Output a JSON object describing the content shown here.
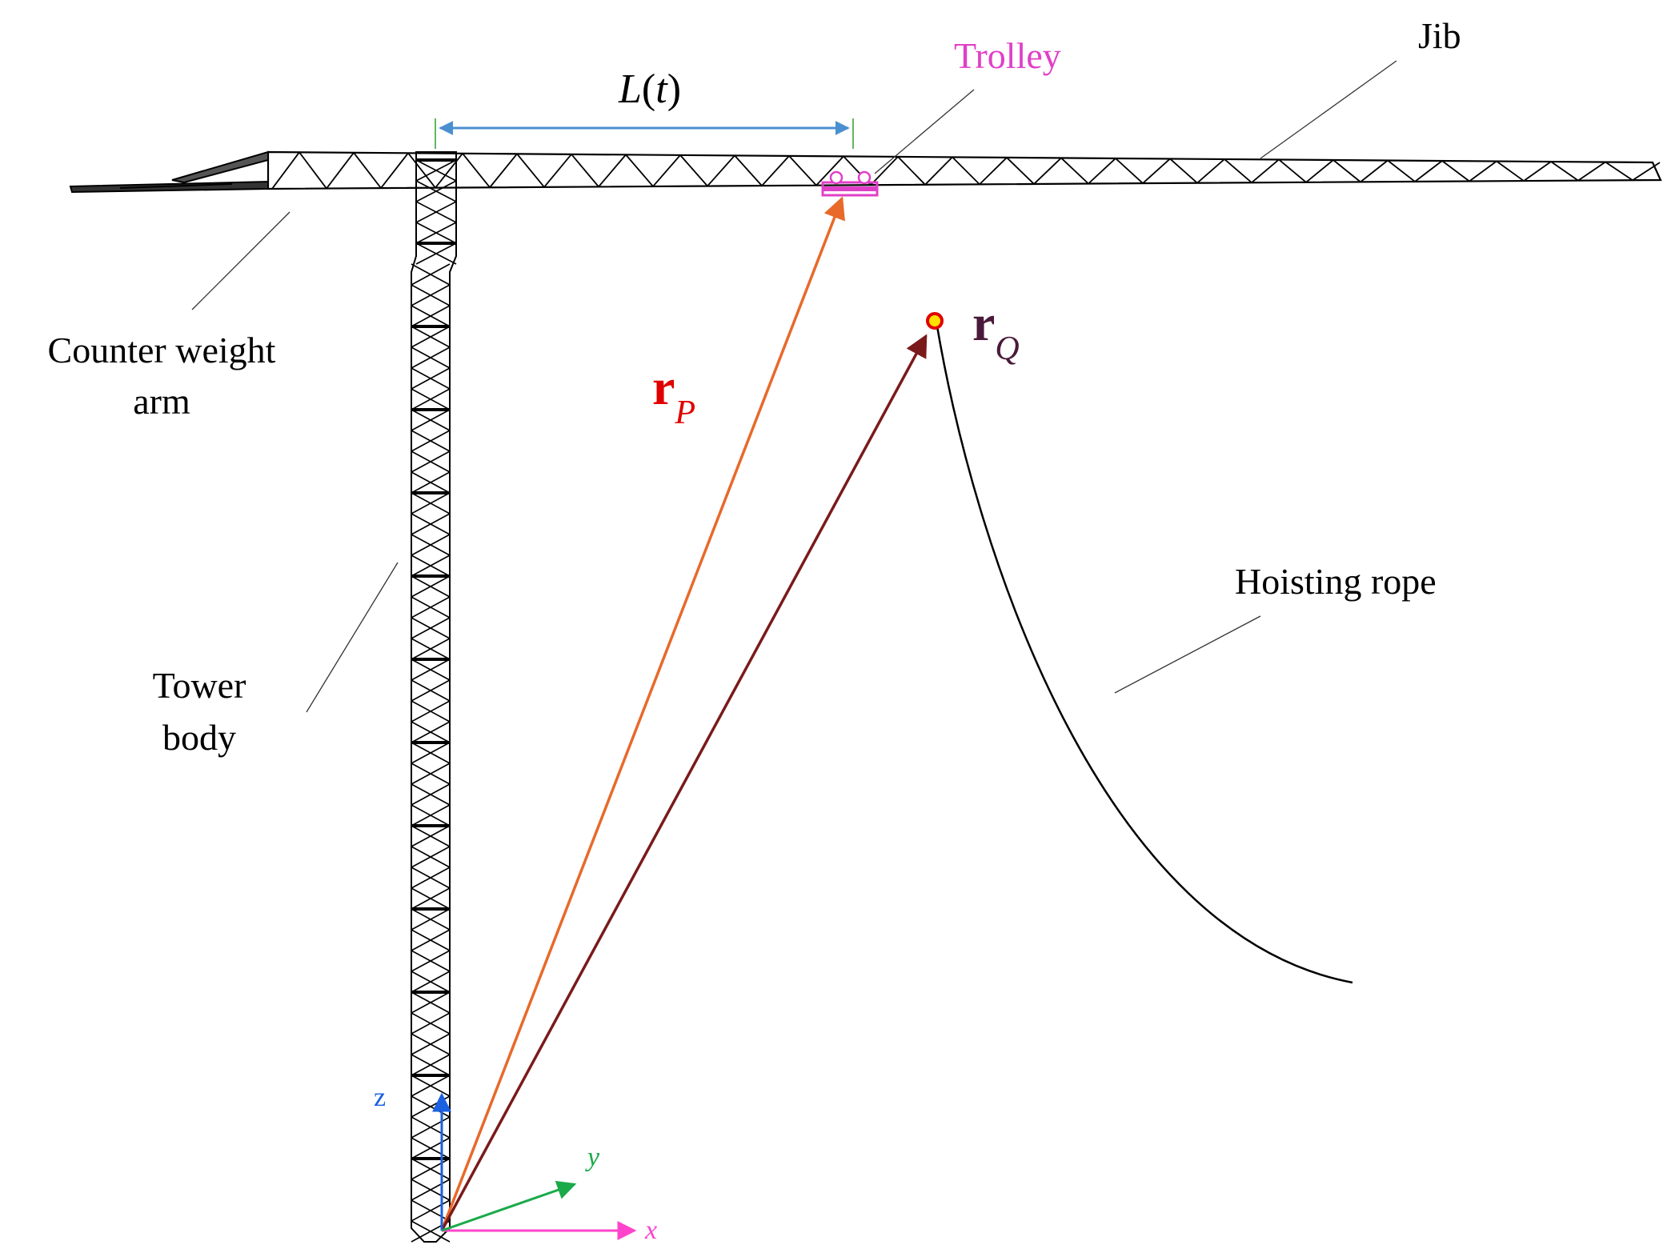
{
  "labels": {
    "trolley": "Trolley",
    "jib": "Jib",
    "counter_weight_arm_line1": "Counter weight",
    "counter_weight_arm_line2": "arm",
    "tower_body_line1": "Tower",
    "tower_body_line2": "body",
    "hoisting_rope": "Hoisting rope",
    "trolley_distance": {
      "L": "L",
      "open": "(",
      "t": "t",
      "close": ")"
    },
    "r_p": {
      "r": "r",
      "sub": "P"
    },
    "r_q": {
      "r": "r",
      "sub": "Q"
    }
  },
  "axes": {
    "x": "x",
    "y": "y",
    "z": "z"
  },
  "colors": {
    "crane": "#000000",
    "trolley": "#e040c8",
    "dimension": "#4a90d0",
    "dimension_ticks": "#2e9e2e",
    "r_p_arrow": "#e8692a",
    "r_p_label": "#e00000",
    "r_q_arrow": "#7a1a1a",
    "r_q_label": "#4a1a3a",
    "x_axis": "#ff44cc",
    "y_axis": "#1aaa4a",
    "z_axis": "#1a60e0",
    "load_point_fill": "#ffe000",
    "load_point_stroke": "#e00000"
  }
}
